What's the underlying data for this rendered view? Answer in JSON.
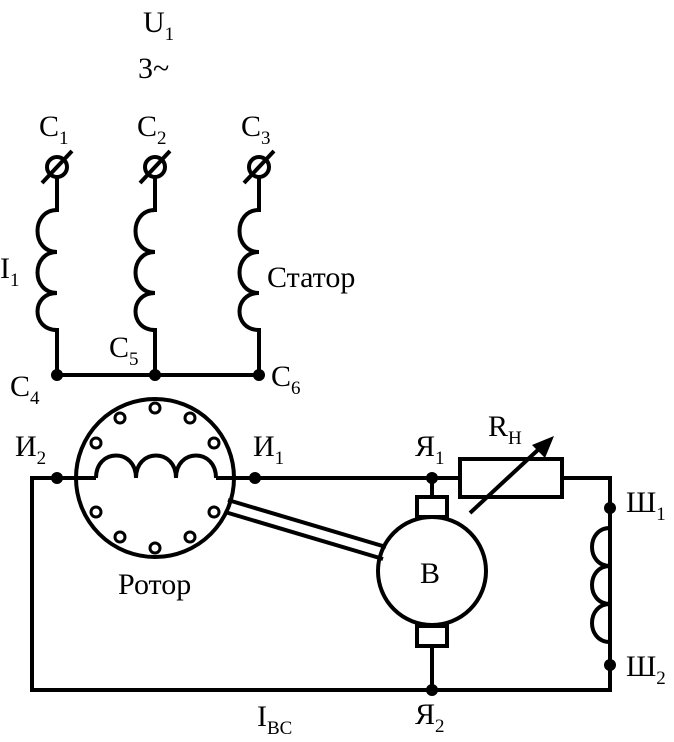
{
  "supply": {
    "voltage": {
      "main": "U",
      "sub": "1"
    },
    "phases": "3~"
  },
  "stator": {
    "label": "Статор",
    "current": {
      "main": "I",
      "sub": "1"
    },
    "terminals": [
      {
        "main": "C",
        "sub": "1"
      },
      {
        "main": "C",
        "sub": "2"
      },
      {
        "main": "C",
        "sub": "3"
      },
      {
        "main": "C",
        "sub": "4"
      },
      {
        "main": "C",
        "sub": "5"
      },
      {
        "main": "C",
        "sub": "6"
      }
    ]
  },
  "rotor": {
    "label": "Ротор",
    "terminals": [
      {
        "main": "И",
        "sub": "1"
      },
      {
        "main": "И",
        "sub": "2"
      }
    ]
  },
  "dc_machine": {
    "label": "B",
    "armature_terminals": [
      {
        "main": "Я",
        "sub": "1"
      },
      {
        "main": "Я",
        "sub": "2"
      }
    ],
    "field_terminals": [
      {
        "main": "Ш",
        "sub": "1"
      },
      {
        "main": "Ш",
        "sub": "2"
      }
    ]
  },
  "rheostat": {
    "main": "R",
    "sub": "Н"
  },
  "excitation_current": {
    "main": "I",
    "sub": "ВС"
  }
}
